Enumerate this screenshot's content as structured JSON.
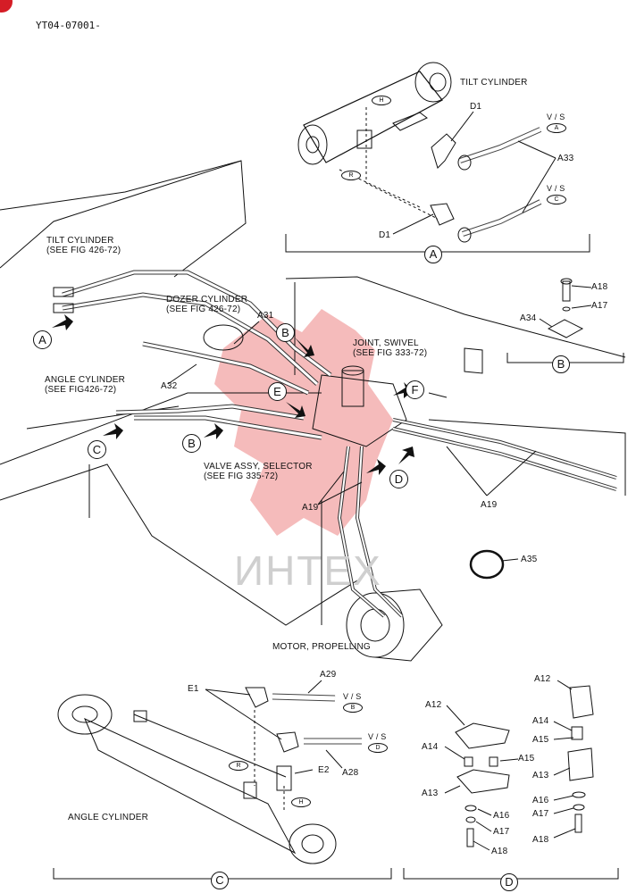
{
  "doc_id": "YT04-07001-",
  "watermark": "ИНТЕХ",
  "colors": {
    "ink": "#111111",
    "watermark_red": "#e23b3b",
    "badge": "#d51d26"
  },
  "detail_a": {
    "title": "TILT CYLINDER",
    "d1_top": "D1",
    "d1_bottom": "D1",
    "a33": "A33",
    "vs_top": "V / S",
    "vs_top_code": "A",
    "vs_bottom": "V / S",
    "vs_bottom_code": "C",
    "h": "H",
    "r": "R",
    "caption": "A"
  },
  "detail_b": {
    "a18": "A18",
    "a17": "A17",
    "a34": "A34",
    "caption": "B"
  },
  "main": {
    "tilt_cyl": "TILT CYLINDER\n(SEE FIG 426-72)",
    "dozer_cyl": "DOZER CYLINDER\n(SEE FIG 426-72)",
    "angle_cyl": "ANGLE CYLINDER\n(SEE FIG426-72)",
    "joint_swivel": "JOINT, SWIVEL\n(SEE FIG 333-72)",
    "valve_assy": "VALVE ASSY, SELECTOR\n(SEE FIG 335-72)",
    "motor": "MOTOR, PROPELLING",
    "a31": "A31",
    "a32": "A32",
    "a19_left": "A19",
    "a19_right": "A19",
    "a35": "A35",
    "callouts": {
      "a": "A",
      "b_top": "B",
      "b_bottom": "B",
      "c": "C",
      "d": "D",
      "e": "E",
      "f": "F"
    }
  },
  "detail_c": {
    "e1": "E1",
    "e2": "E2",
    "a29": "A29",
    "a28": "A28",
    "vs_top": "V / S",
    "vs_top_code": "B",
    "vs_bottom": "V / S",
    "vs_bottom_code": "D",
    "r": "R",
    "h": "H",
    "title": "ANGLE CYLINDER",
    "caption": "C"
  },
  "detail_d": {
    "a12_left": "A12",
    "a14_left": "A14",
    "a15_left": "A15",
    "a13_left": "A13",
    "a16_left": "A16",
    "a17_left": "A17",
    "a18_left": "A18",
    "a12_right": "A12",
    "a14_right": "A14",
    "a15_right": "A15",
    "a13_right": "A13",
    "a16_right": "A16",
    "a17_right": "A17",
    "a18_right": "A18",
    "caption": "D"
  }
}
